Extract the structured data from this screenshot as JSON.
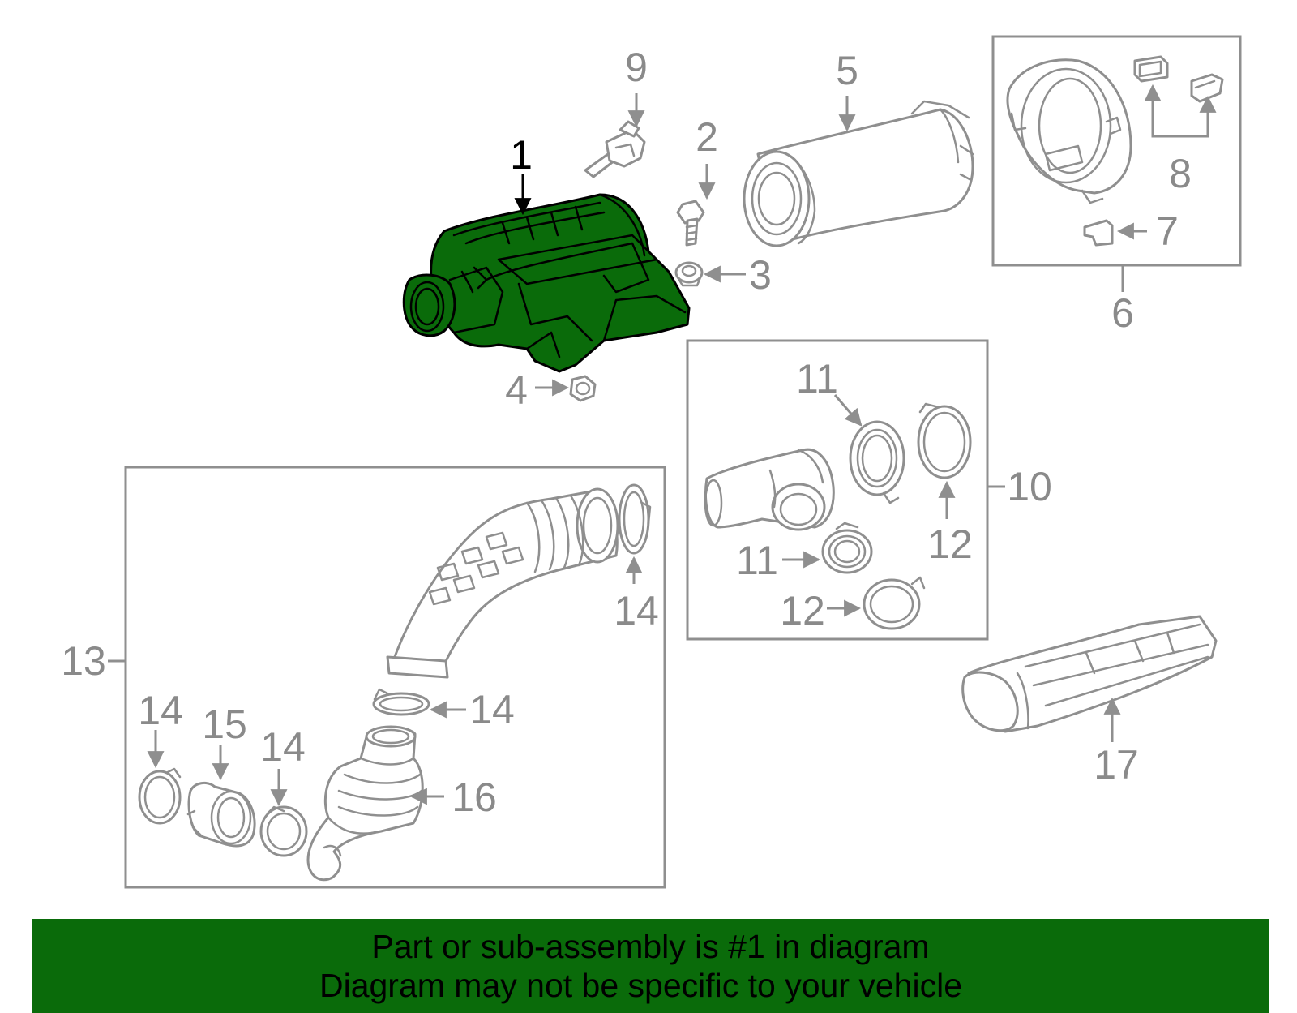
{
  "callouts": {
    "p1": "1",
    "p2": "2",
    "p3": "3",
    "p4": "4",
    "p5": "5",
    "p6": "6",
    "p7": "7",
    "p8": "8",
    "p9": "9",
    "p10": "10",
    "p11a": "11",
    "p11b": "11",
    "p12a": "12",
    "p12b": "12",
    "p13": "13",
    "p14a": "14",
    "p14b": "14",
    "p14c": "14",
    "p14d": "14",
    "p15": "15",
    "p16": "16",
    "p17": "17"
  },
  "footer": {
    "line1": "Part or sub-assembly is #1 in diagram",
    "line2": "Diagram may not be specific to your vehicle"
  },
  "colors": {
    "highlight": "#0a6b0a",
    "part_outline": "#8f8f8f",
    "active_callout": "#000000"
  }
}
